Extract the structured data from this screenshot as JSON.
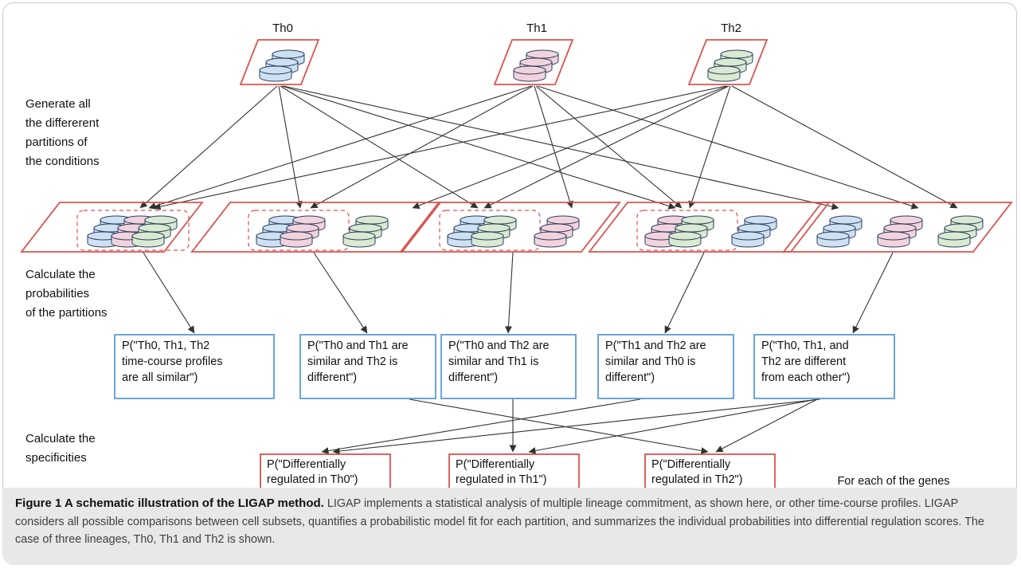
{
  "conditions": [
    {
      "label": "Th0",
      "color": "#cfe0f3"
    },
    {
      "label": "Th1",
      "color": "#f2d3dd"
    },
    {
      "label": "Th2",
      "color": "#d9ead2"
    }
  ],
  "steps": [
    [
      "Generate all",
      "the differerent",
      "partitions of",
      "the conditions"
    ],
    [
      "Calculate the",
      "probabilities",
      "of the partitions"
    ],
    [
      "Calculate the",
      "specificities"
    ]
  ],
  "partition_probabilities": [
    [
      "P(\"Th0, Th1, Th2",
      "time-course profiles",
      "are all similar\")"
    ],
    [
      "P(\"Th0 and Th1 are",
      "similar and Th2 is",
      "different\")"
    ],
    [
      "P(\"Th0 and Th2 are",
      "similar and Th1 is",
      "different\")"
    ],
    [
      "P(\"Th1 and Th2 are",
      "similar and Th0 is",
      "different\")"
    ],
    [
      "P(\"Th0, Th1, and",
      "Th2 are different",
      "from each other\")"
    ]
  ],
  "specificities": [
    [
      "P(\"Differentially",
      "regulated in Th0\")"
    ],
    [
      "P(\"Differentially",
      "regulated in Th1\")"
    ],
    [
      "P(\"Differentially",
      "regulated in Th2\")"
    ]
  ],
  "footnote": "For each of the genes",
  "caption": {
    "title": "Figure 1 A schematic illustration of the LIGAP method.",
    "text": " LIGAP implements a statistical analysis of multiple lineage commitment, as shown here, or other time-course profiles. LIGAP considers all possible comparisons between cell subsets, quantifies a probabilistic model fit for each partition, and summarizes the individual probabilities into differential regulation scores. The case of three lineages, Th0, Th1 and Th2 is shown."
  },
  "colors": {
    "panel_border": "#d9534f",
    "prob_box_border": "#5b9bd5",
    "spec_box_border": "#d9534f",
    "arrow": "#333333",
    "caption_background": "#e8e8e8"
  }
}
